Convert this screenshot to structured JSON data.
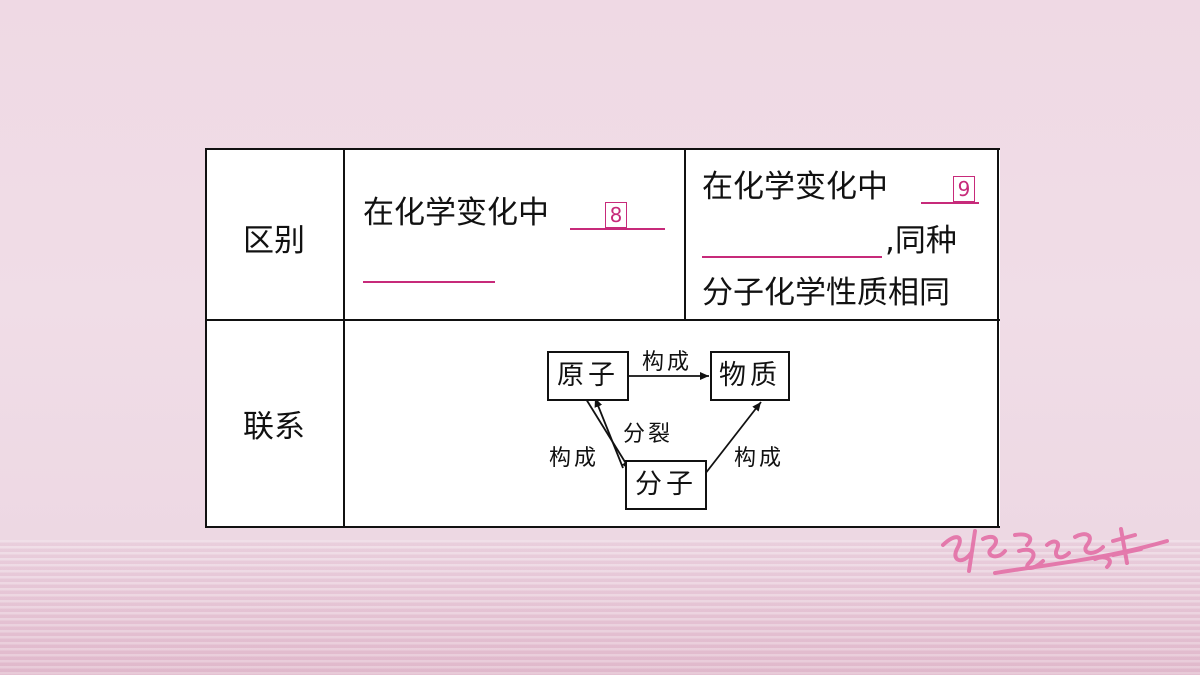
{
  "table": {
    "row1": {
      "label": "区别",
      "col2_text": "在化学变化中",
      "col2_blank_number": "8",
      "col3_line1": "在化学变化中",
      "col3_blank_number": "9",
      "col3_line2_suffix": ",同种",
      "col3_line3": "分子化学性质相同"
    },
    "row2": {
      "label": "联系",
      "diagram": {
        "nodes": {
          "atom": "原子",
          "substance": "物质",
          "molecule": "分子"
        },
        "edges": {
          "atom_to_substance": "构成",
          "molecule_split": "分裂",
          "atom_to_molecule": "构成",
          "molecule_to_substance": "构成"
        }
      }
    }
  },
  "colors": {
    "blank_line": "#c72a7a",
    "background": "#efd9e4",
    "signature": "#e36aa3"
  },
  "icons": {
    "signature": "signature-logo"
  }
}
